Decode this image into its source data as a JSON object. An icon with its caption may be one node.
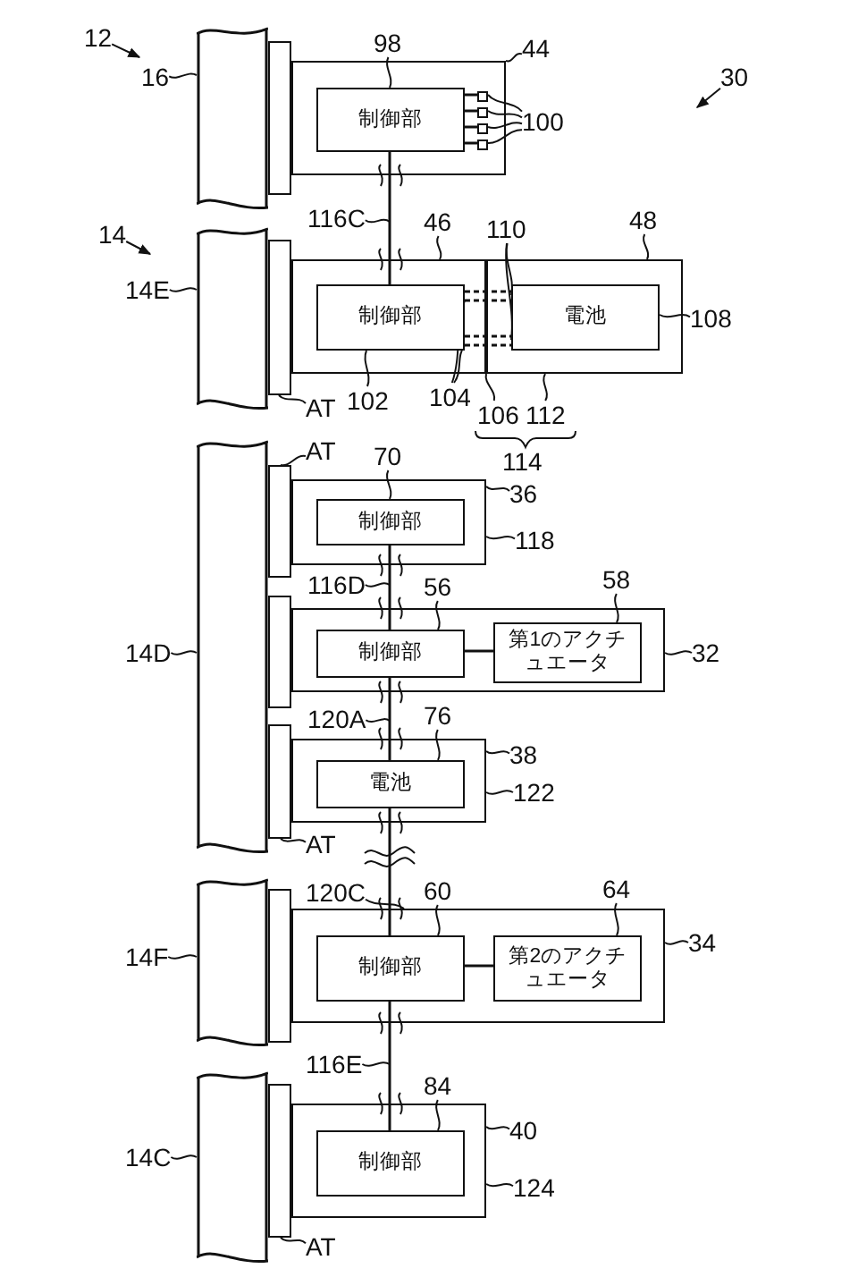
{
  "diagram": {
    "nodes": [
      {
        "text": [],
        "shape": "bar"
      },
      {
        "text": [],
        "shape": "box"
      },
      {
        "text": [],
        "shape": "box"
      },
      {
        "text": [
          "制御部"
        ],
        "in": 2
      },
      {
        "text": [],
        "shape": "box",
        "in": 2
      },
      {
        "text": [],
        "shape": "box",
        "in": 2
      },
      {
        "text": [],
        "shape": "box",
        "in": 2
      },
      {
        "text": [],
        "shape": "box",
        "in": 2
      },
      {
        "text": [],
        "shape": "bar"
      },
      {
        "text": [],
        "shape": "box"
      },
      {
        "text": [],
        "shape": "box"
      },
      {
        "text": [
          "制御部"
        ],
        "in": 10
      },
      {
        "text": [],
        "shape": "box"
      },
      {
        "text": [
          "電池"
        ],
        "in": 12
      },
      {
        "text": [],
        "shape": "bar"
      },
      {
        "text": [],
        "shape": "box"
      },
      {
        "text": [],
        "shape": "box"
      },
      {
        "text": [],
        "shape": "box"
      },
      {
        "text": [],
        "shape": "box"
      },
      {
        "text": [
          "制御部"
        ],
        "in": 18
      },
      {
        "text": [],
        "shape": "box"
      },
      {
        "text": [
          "制御部"
        ],
        "in": 20
      },
      {
        "text": [
          "第1のアクチュエータ"
        ],
        "in": 20
      },
      {
        "text": [],
        "shape": "box"
      },
      {
        "text": [
          "電池"
        ],
        "in": 23
      },
      {
        "text": [],
        "shape": "bar"
      },
      {
        "text": [],
        "shape": "box"
      },
      {
        "text": [],
        "shape": "box"
      },
      {
        "text": [
          "制御部"
        ],
        "in": 27
      },
      {
        "text": [
          "第2のアクチュエータ"
        ],
        "in": 27
      },
      {
        "text": [],
        "shape": "bar"
      },
      {
        "text": [],
        "shape": "box"
      },
      {
        "text": [],
        "shape": "box"
      },
      {
        "text": [
          "制御部"
        ],
        "in": 32
      },
      {
        "text": [
          "12"
        ]
      },
      {
        "text": [
          "16"
        ]
      },
      {
        "text": [
          "98"
        ]
      },
      {
        "text": [
          "44"
        ]
      },
      {
        "text": [
          "30"
        ]
      },
      {
        "text": [
          "100"
        ]
      },
      {
        "text": [
          "116C"
        ]
      },
      {
        "text": [
          "46"
        ]
      },
      {
        "text": [
          "110"
        ]
      },
      {
        "text": [
          "48"
        ]
      },
      {
        "text": [
          "14"
        ]
      },
      {
        "text": [
          "14E"
        ]
      },
      {
        "text": [
          "108"
        ]
      },
      {
        "text": [
          "AT"
        ]
      },
      {
        "text": [
          "102"
        ]
      },
      {
        "text": [
          "104"
        ]
      },
      {
        "text": [
          "106"
        ]
      },
      {
        "text": [
          "112"
        ]
      },
      {
        "text": [
          "AT"
        ]
      },
      {
        "text": [
          "70"
        ]
      },
      {
        "text": [
          "36"
        ]
      },
      {
        "text": [
          "118"
        ]
      },
      {
        "text": [
          "116D"
        ]
      },
      {
        "text": [
          "56"
        ]
      },
      {
        "text": [
          "58"
        ]
      },
      {
        "text": [
          "14D"
        ]
      },
      {
        "text": [
          "32"
        ]
      },
      {
        "text": [
          "120A"
        ]
      },
      {
        "text": [
          "76"
        ]
      },
      {
        "text": [
          "38"
        ]
      },
      {
        "text": [
          "122"
        ]
      },
      {
        "text": [
          "AT"
        ]
      },
      {
        "text": [
          "120C"
        ]
      },
      {
        "text": [
          "60"
        ]
      },
      {
        "text": [
          "64"
        ]
      },
      {
        "text": [
          "14F"
        ]
      },
      {
        "text": [
          "34"
        ]
      },
      {
        "text": [
          "116E"
        ]
      },
      {
        "text": [
          "84"
        ]
      },
      {
        "text": [
          "40"
        ]
      },
      {
        "text": [
          "14C"
        ]
      },
      {
        "text": [
          "124"
        ]
      },
      {
        "text": [
          "AT"
        ]
      }
    ],
    "edges": [
      {
        "from": 3,
        "to": 11,
        "arrow": "none"
      },
      {
        "from": 3,
        "to": 4,
        "arrow": "none"
      },
      {
        "from": 3,
        "to": 5,
        "arrow": "none"
      },
      {
        "from": 3,
        "to": 6,
        "arrow": "none"
      },
      {
        "from": 3,
        "to": 7,
        "arrow": "none"
      },
      {
        "from": 11,
        "to": 13,
        "arrow": "none",
        "style": "dashed"
      },
      {
        "from": 11,
        "to": 13,
        "arrow": "none",
        "style": "dashed"
      },
      {
        "from": 19,
        "to": 21,
        "arrow": "none"
      },
      {
        "from": 21,
        "to": 24,
        "arrow": "none"
      },
      {
        "from": 24,
        "to": 28,
        "arrow": "none"
      },
      {
        "from": 28,
        "to": 33,
        "arrow": "none"
      },
      {
        "from": 21,
        "to": 22,
        "arrow": "none"
      },
      {
        "from": 28,
        "to": 29,
        "arrow": "none"
      },
      {
        "from": 34,
        "to": null,
        "arrow": "to"
      },
      {
        "from": 35,
        "to": 0,
        "arrow": "none"
      },
      {
        "from": 36,
        "to": 3,
        "arrow": "none"
      },
      {
        "from": 37,
        "to": 2,
        "arrow": "none"
      },
      {
        "from": 38,
        "to": null,
        "arrow": "to"
      },
      {
        "from": 39,
        "to": 4,
        "arrow": "none"
      },
      {
        "from": 39,
        "to": 5,
        "arrow": "none"
      },
      {
        "from": 39,
        "to": 6,
        "arrow": "none"
      },
      {
        "from": 39,
        "to": 7,
        "arrow": "none"
      },
      {
        "from": 40,
        "to": null,
        "arrow": "none"
      },
      {
        "from": 41,
        "to": 10,
        "arrow": "none"
      },
      {
        "from": 42,
        "to": 13,
        "arrow": "none"
      },
      {
        "from": 42,
        "to": 13,
        "arrow": "none"
      },
      {
        "from": 43,
        "to": 12,
        "arrow": "none"
      },
      {
        "from": 44,
        "to": null,
        "arrow": "to"
      },
      {
        "from": 45,
        "to": 8,
        "arrow": "none"
      },
      {
        "from": 46,
        "to": 13,
        "arrow": "none"
      },
      {
        "from": 47,
        "to": 9,
        "arrow": "none"
      },
      {
        "from": 48,
        "to": 11,
        "arrow": "none"
      },
      {
        "from": 49,
        "to": 11,
        "arrow": "none"
      },
      {
        "from": 49,
        "to": 11,
        "arrow": "none"
      },
      {
        "from": 50,
        "to": 10,
        "arrow": "none"
      },
      {
        "from": 51,
        "to": 12,
        "arrow": "none"
      },
      {
        "from": 52,
        "to": 15,
        "arrow": "none"
      },
      {
        "from": 53,
        "to": 19,
        "arrow": "none"
      },
      {
        "from": 54,
        "to": 18,
        "arrow": "none"
      },
      {
        "from": 55,
        "to": 18,
        "arrow": "none"
      },
      {
        "from": 56,
        "to": null,
        "arrow": "none"
      },
      {
        "from": 57,
        "to": 21,
        "arrow": "none"
      },
      {
        "from": 58,
        "to": 22,
        "arrow": "none"
      },
      {
        "from": 59,
        "to": 14,
        "arrow": "none"
      },
      {
        "from": 60,
        "to": 20,
        "arrow": "none"
      },
      {
        "from": 61,
        "to": null,
        "arrow": "none"
      },
      {
        "from": 62,
        "to": 24,
        "arrow": "none"
      },
      {
        "from": 63,
        "to": 23,
        "arrow": "none"
      },
      {
        "from": 64,
        "to": 23,
        "arrow": "none"
      },
      {
        "from": 65,
        "to": 17,
        "arrow": "none"
      },
      {
        "from": 66,
        "to": 27,
        "arrow": "none"
      },
      {
        "from": 67,
        "to": 28,
        "arrow": "none"
      },
      {
        "from": 68,
        "to": 29,
        "arrow": "none"
      },
      {
        "from": 69,
        "to": 25,
        "arrow": "none"
      },
      {
        "from": 70,
        "to": 27,
        "arrow": "none"
      },
      {
        "from": 71,
        "to": null,
        "arrow": "none"
      },
      {
        "from": 72,
        "to": 33,
        "arrow": "none"
      },
      {
        "from": 73,
        "to": 32,
        "arrow": "none"
      },
      {
        "from": 74,
        "to": 30,
        "arrow": "none"
      },
      {
        "from": 75,
        "to": 32,
        "arrow": "none"
      },
      {
        "from": 76,
        "to": 31,
        "arrow": "none"
      }
    ],
    "labels": [
      "114"
    ]
  }
}
